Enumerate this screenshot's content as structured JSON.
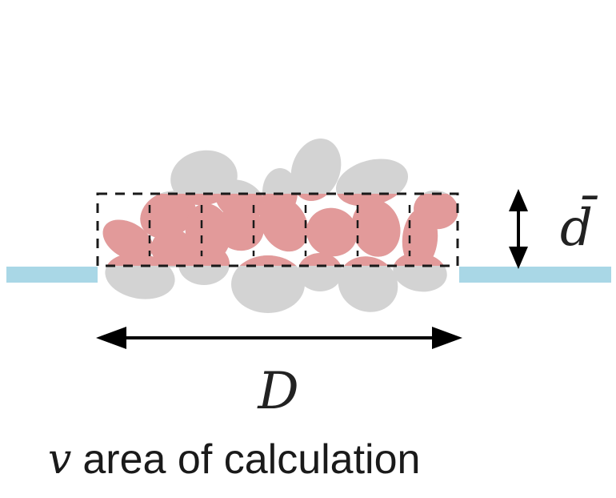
{
  "labels": {
    "gap_symbol": "d̄",
    "width_symbol": "D"
  },
  "caption": {
    "symbol": "v",
    "text": "area of calculation"
  },
  "colors": {
    "background": "#ffffff",
    "surface_line": "#a9d7e6",
    "grain_gray": "#d3d3d3",
    "grain_red": "#e29a9a",
    "dashed_box": "#1a1a1a",
    "arrow": "#000000"
  }
}
